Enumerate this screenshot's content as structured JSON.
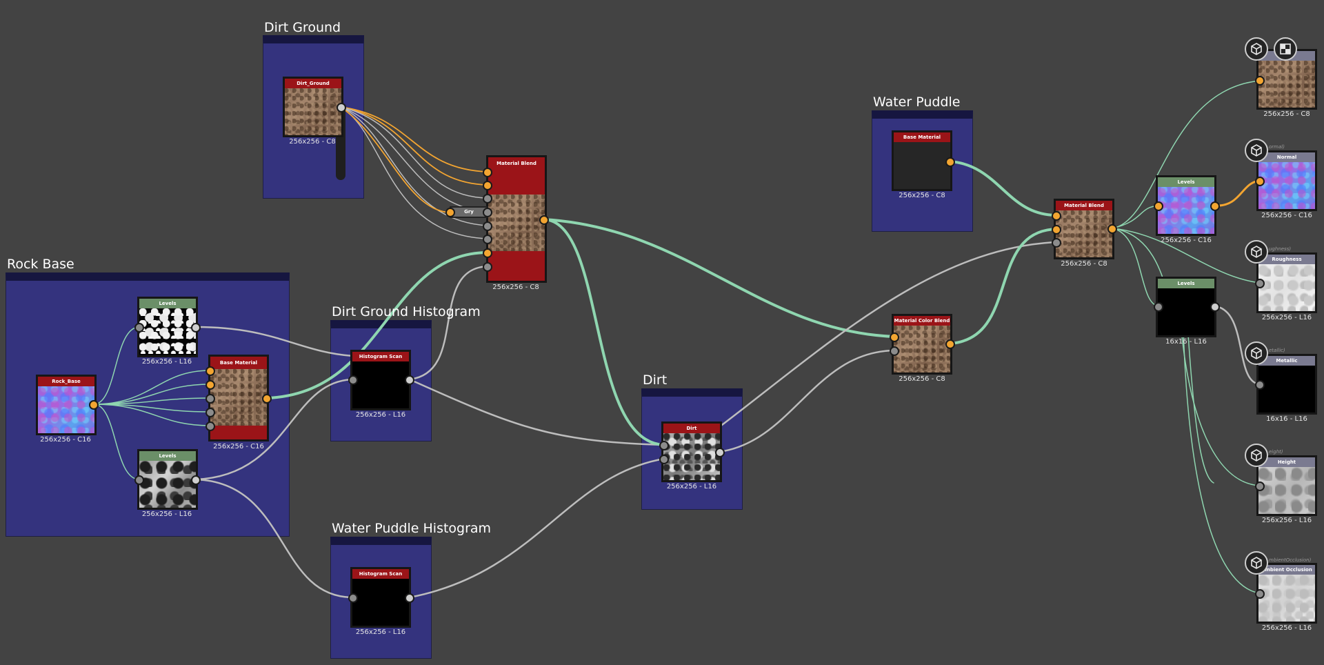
{
  "frames": {
    "dirt_ground": "Dirt Ground",
    "rock_base": "Rock Base",
    "dirt_ground_histogram": "Dirt Ground Histogram",
    "water_puddle_histogram": "Water Puddle Histogram",
    "dirt": "Dirt",
    "water_puddle": "Water Puddle"
  },
  "nodes": {
    "dirt_ground": {
      "header": "Dirt_Ground",
      "res": "256x256 - C8"
    },
    "material_blend_1": {
      "header": "Material Blend",
      "res": "256x256 - C8",
      "chip": "Gry"
    },
    "rock_base": {
      "header": "Rock_Base",
      "res": "256x256 - C16"
    },
    "levels_1": {
      "header": "Levels",
      "res": "256x256 - L16"
    },
    "base_material_rock": {
      "header": "Base Material",
      "res": "256x256 - C16"
    },
    "levels_2": {
      "header": "Levels",
      "res": "256x256 - L16"
    },
    "histogram_scan_1": {
      "header": "Histogram Scan",
      "res": "256x256 - L16"
    },
    "histogram_scan_2": {
      "header": "Histogram Scan",
      "res": "256x256 - L16"
    },
    "dirt": {
      "header": "Dirt",
      "res": "256x256 - L16"
    },
    "base_material_water": {
      "header": "Base Material",
      "res": "256x256 - C8"
    },
    "material_color_blend": {
      "header": "Material Color Blend",
      "res": "256x256 - C8"
    },
    "material_blend_2": {
      "header": "Material Blend",
      "res": "256x256 - C8"
    },
    "levels_3": {
      "header": "Levels",
      "res": "256x256 - C16"
    },
    "levels_4": {
      "header": "Levels",
      "res": "16x16 - L16"
    }
  },
  "outputs": [
    {
      "header": "",
      "sub": "",
      "res": "256x256 - C8"
    },
    {
      "header": "Normal",
      "sub": "ormal)",
      "res": "256x256 - C16"
    },
    {
      "header": "Roughness",
      "sub": "ughness)",
      "res": "256x256 - L16"
    },
    {
      "header": "Metallic",
      "sub": "etallic)",
      "res": "16x16 - L16"
    },
    {
      "header": "Height",
      "sub": "eight)",
      "res": "256x256 - L16"
    },
    {
      "header": "Ambient Occlusion",
      "sub": "mbientOcclusion)",
      "res": "256x256 - L16"
    }
  ],
  "colors": {
    "canvas": "#434343",
    "frame": "#34337e",
    "frame_bar": "#161640",
    "header_red": "#9b1418",
    "header_green": "#6b8f68",
    "header_gray": "#7a7a90",
    "wire_green": "#8fd6b0",
    "wire_orange": "#f3a531",
    "wire_gray": "#bdbdbd"
  },
  "icons": [
    "cube-icon",
    "checker-icon"
  ]
}
